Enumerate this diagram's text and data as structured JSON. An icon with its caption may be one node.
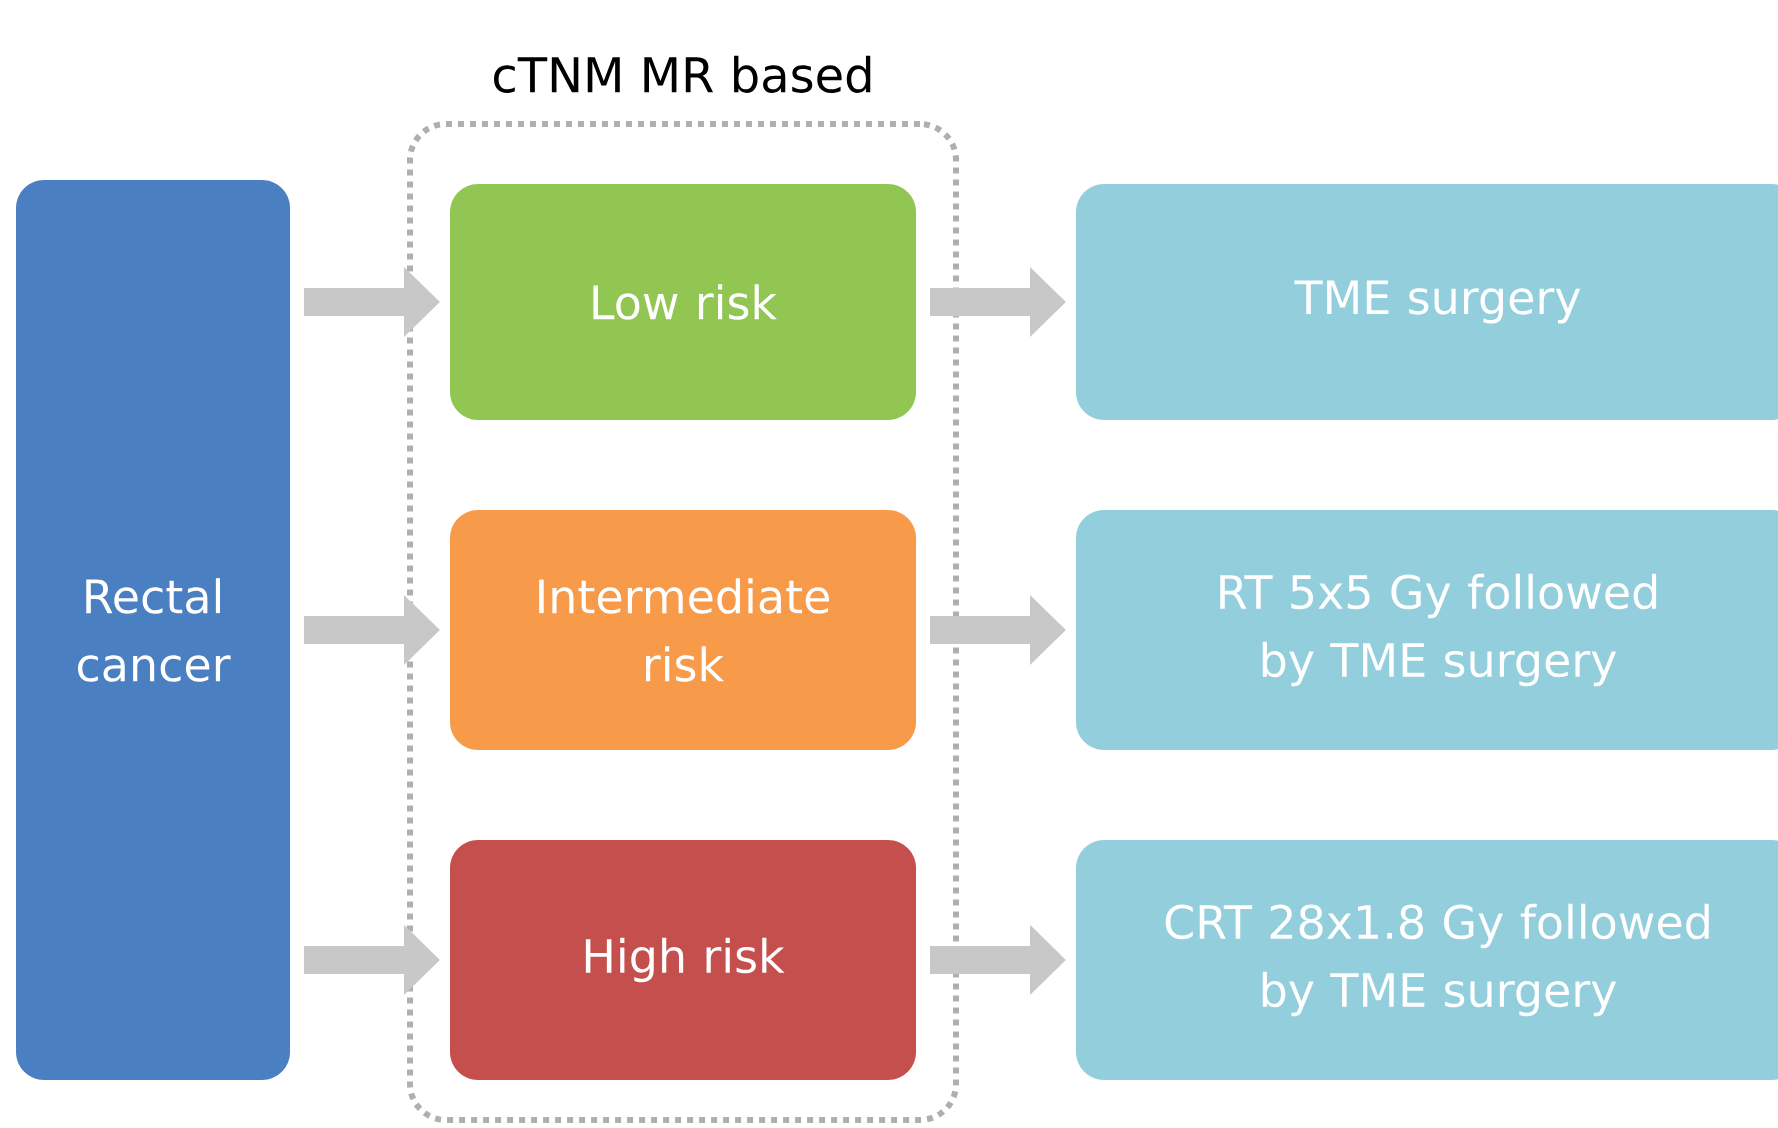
{
  "diagram": {
    "nodes": [
      {
        "text": [
          "cTNM MR based"
        ]
      },
      {
        "text": [
          "Rectal cancer"
        ]
      },
      {
        "text": [
          "Low risk"
        ],
        "in": 0
      },
      {
        "text": [
          "Intermediate risk"
        ],
        "in": 0
      },
      {
        "text": [
          "High risk"
        ],
        "in": 0
      },
      {
        "text": [
          "TME surgery"
        ]
      },
      {
        "text": [
          "RT 5x5 Gy followed by TME surgery"
        ]
      },
      {
        "text": [
          "CRT 28x1.8 Gy followed by TME surgery"
        ]
      }
    ],
    "edges": [
      {
        "from": 1,
        "to": 2,
        "arrow": "to"
      },
      {
        "from": 1,
        "to": 3,
        "arrow": "to"
      },
      {
        "from": 1,
        "to": 4,
        "arrow": "to"
      },
      {
        "from": 2,
        "to": 5,
        "arrow": "to"
      },
      {
        "from": 3,
        "to": 6,
        "arrow": "to"
      },
      {
        "from": 4,
        "to": 7,
        "arrow": "to"
      }
    ]
  }
}
